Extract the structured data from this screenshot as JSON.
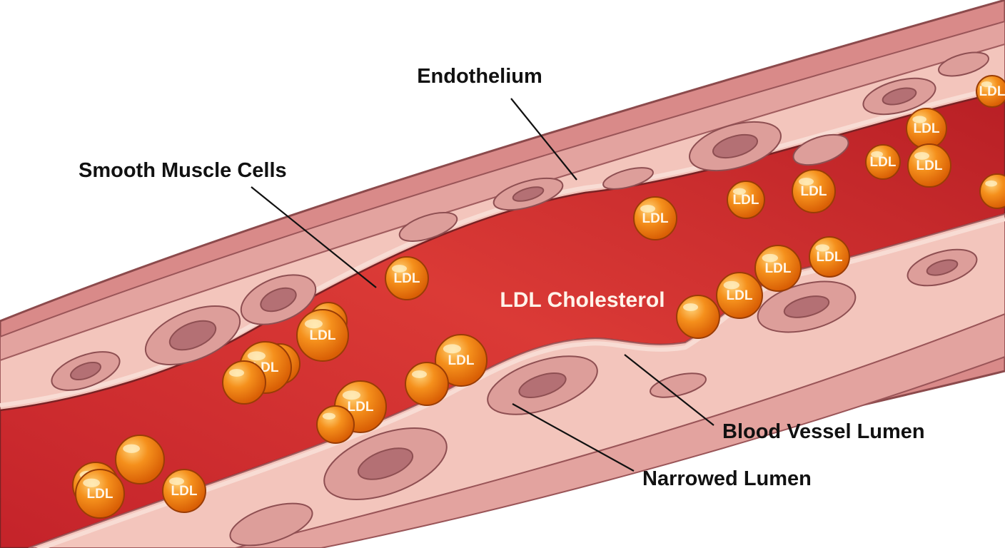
{
  "labels": {
    "endothelium": "Endothelium",
    "smooth_muscle": "Smooth Muscle Cells",
    "ldl_cholesterol": "LDL Cholesterol",
    "blood_vessel_lumen": "Blood Vessel Lumen",
    "narrowed_lumen": "Narrowed Lumen"
  },
  "particle_label": "LDL",
  "colors": {
    "outer_wall": "#d9898a",
    "wall_layer": "#e9a9a4",
    "muscle_layer": "#f4c9c0",
    "cell_body": "#d99491",
    "nucleus": "#b76e72",
    "blood": "#c8262b",
    "blood_light": "#e24a44",
    "ldl": "#f07d12",
    "ldl_highlight": "#ffc066"
  }
}
